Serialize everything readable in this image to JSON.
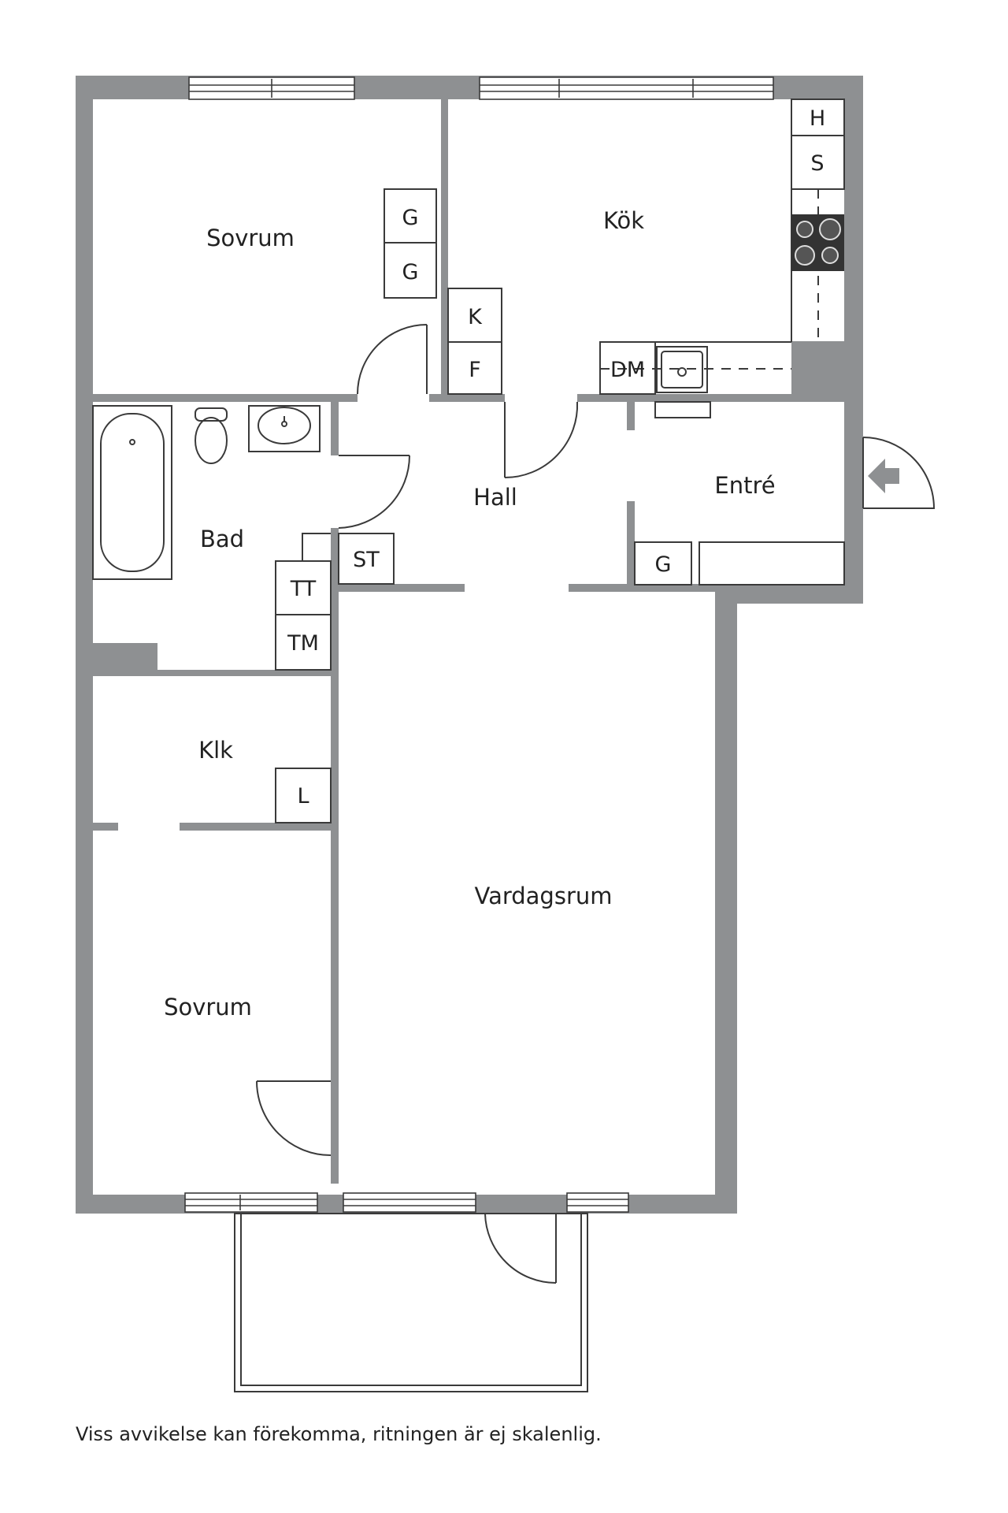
{
  "colors": {
    "wall": "#8e9092",
    "line": "#3a3a3a",
    "text": "#222222",
    "stove": "#333333"
  },
  "rooms": {
    "bedroom_top": "Sovrum",
    "kitchen": "Kök",
    "bathroom": "Bad",
    "hall": "Hall",
    "entrance": "Entré",
    "closet": "Klk",
    "living_room": "Vardagsrum",
    "bedroom_bottom": "Sovrum"
  },
  "fixtures": {
    "wardrobe_1": "G",
    "wardrobe_2": "G",
    "fridge": "K",
    "freezer": "F",
    "dishwasher": "DM",
    "upper_cabinet_h": "H",
    "upper_cabinet_s": "S",
    "storage": "ST",
    "dryer": "TT",
    "washer": "TM",
    "linen": "L",
    "wardrobe_entrance": "G"
  },
  "icons": {
    "entry": "entry-arrow-icon",
    "stove": "stove-icon",
    "sink": "sink-icon",
    "bathtub": "bathtub-icon",
    "toilet": "toilet-icon",
    "washbasin": "washbasin-icon"
  },
  "footer": {
    "disclaimer": "Viss avvikelse kan förekomma, ritningen är ej skalenlig."
  }
}
